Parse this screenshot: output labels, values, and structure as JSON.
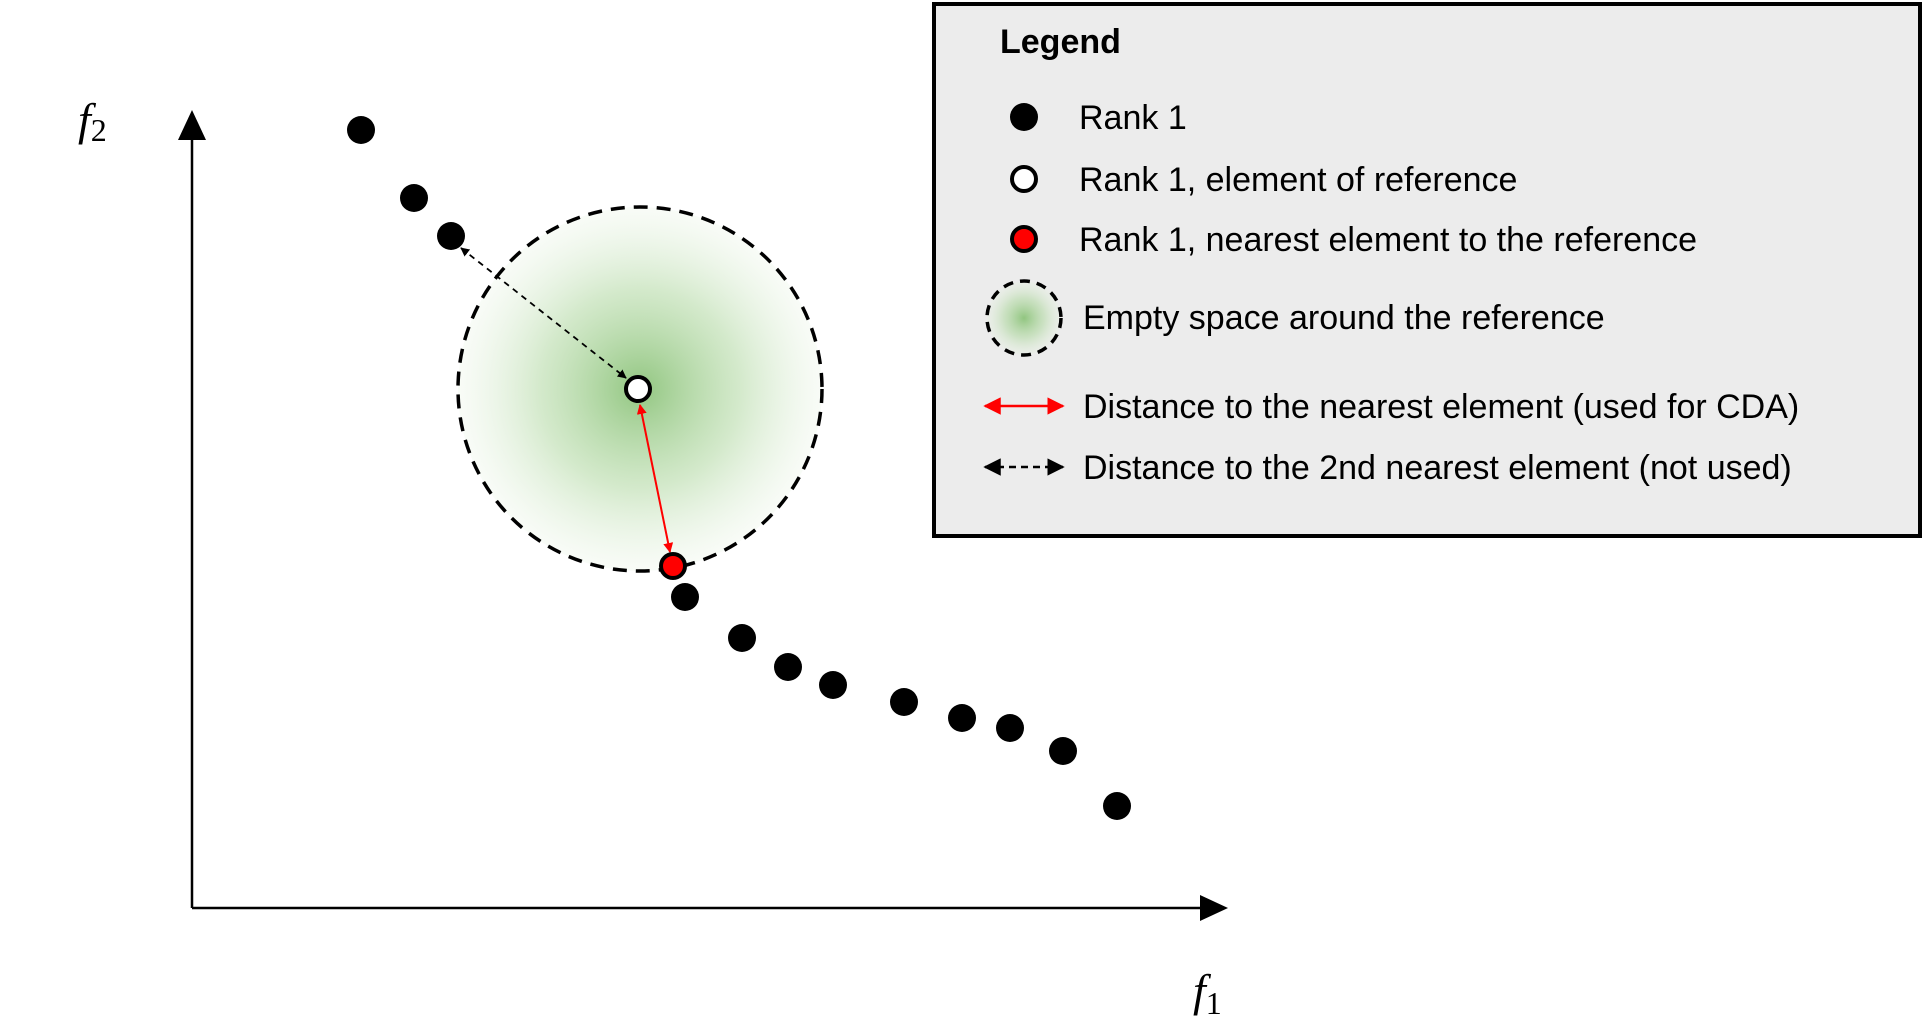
{
  "axes": {
    "x_label": "f",
    "x_subscript": "1",
    "y_label": "f",
    "y_subscript": "2"
  },
  "legend": {
    "title": "Legend",
    "items": [
      {
        "label": "Rank 1",
        "icon": "filled-black-circle"
      },
      {
        "label": "Rank 1, element of reference",
        "icon": "hollow-white-circle"
      },
      {
        "label": "Rank 1, nearest element to the reference",
        "icon": "red-circle"
      },
      {
        "label": "Empty space around the reference",
        "icon": "dashed-green-circle"
      },
      {
        "label": "Distance to the nearest element (used for CDA)",
        "icon": "red-double-arrow"
      },
      {
        "label": "Distance to the 2nd nearest element (not used)",
        "icon": "black-dashed-double-arrow"
      }
    ]
  },
  "colors": {
    "point": "#000000",
    "reference_fill": "#ffffff",
    "nearest_fill": "#ff0000",
    "region_fill": "#8cc37a",
    "nearest_arrow": "#ff0000",
    "second_arrow": "#000000",
    "legend_background": "#ececec"
  }
}
